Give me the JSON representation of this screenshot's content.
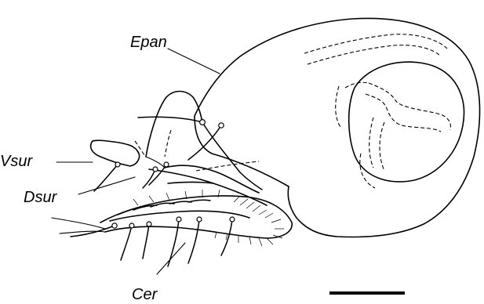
{
  "labels": {
    "epan": "Epan",
    "vsur": "Vsur",
    "dsur": "Dsur",
    "cer": "Cer"
  }
}
